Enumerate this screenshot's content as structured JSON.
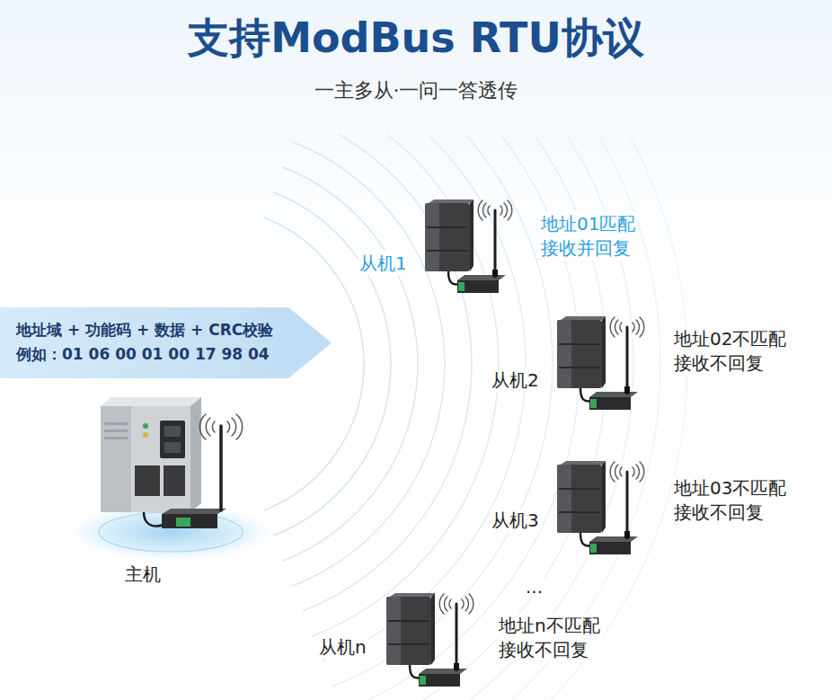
{
  "diagram": {
    "title": "支持ModBus RTU协议",
    "nodes": [
      {
        "text": [
          "地址域 + 功能码 + 数据 + CRC校验",
          "例如：01 06 00 01 00 17 98 04"
        ]
      }
    ],
    "labels": [
      "一主多从·一问一答透传",
      "从机1",
      "地址01匹配 接收并回复",
      "从机2",
      "地址02不匹配 接收不回复",
      "从机3",
      "地址03不匹配 接收不回复",
      "...",
      "从机n",
      "地址n不匹配 接收不回复",
      "主机"
    ]
  }
}
